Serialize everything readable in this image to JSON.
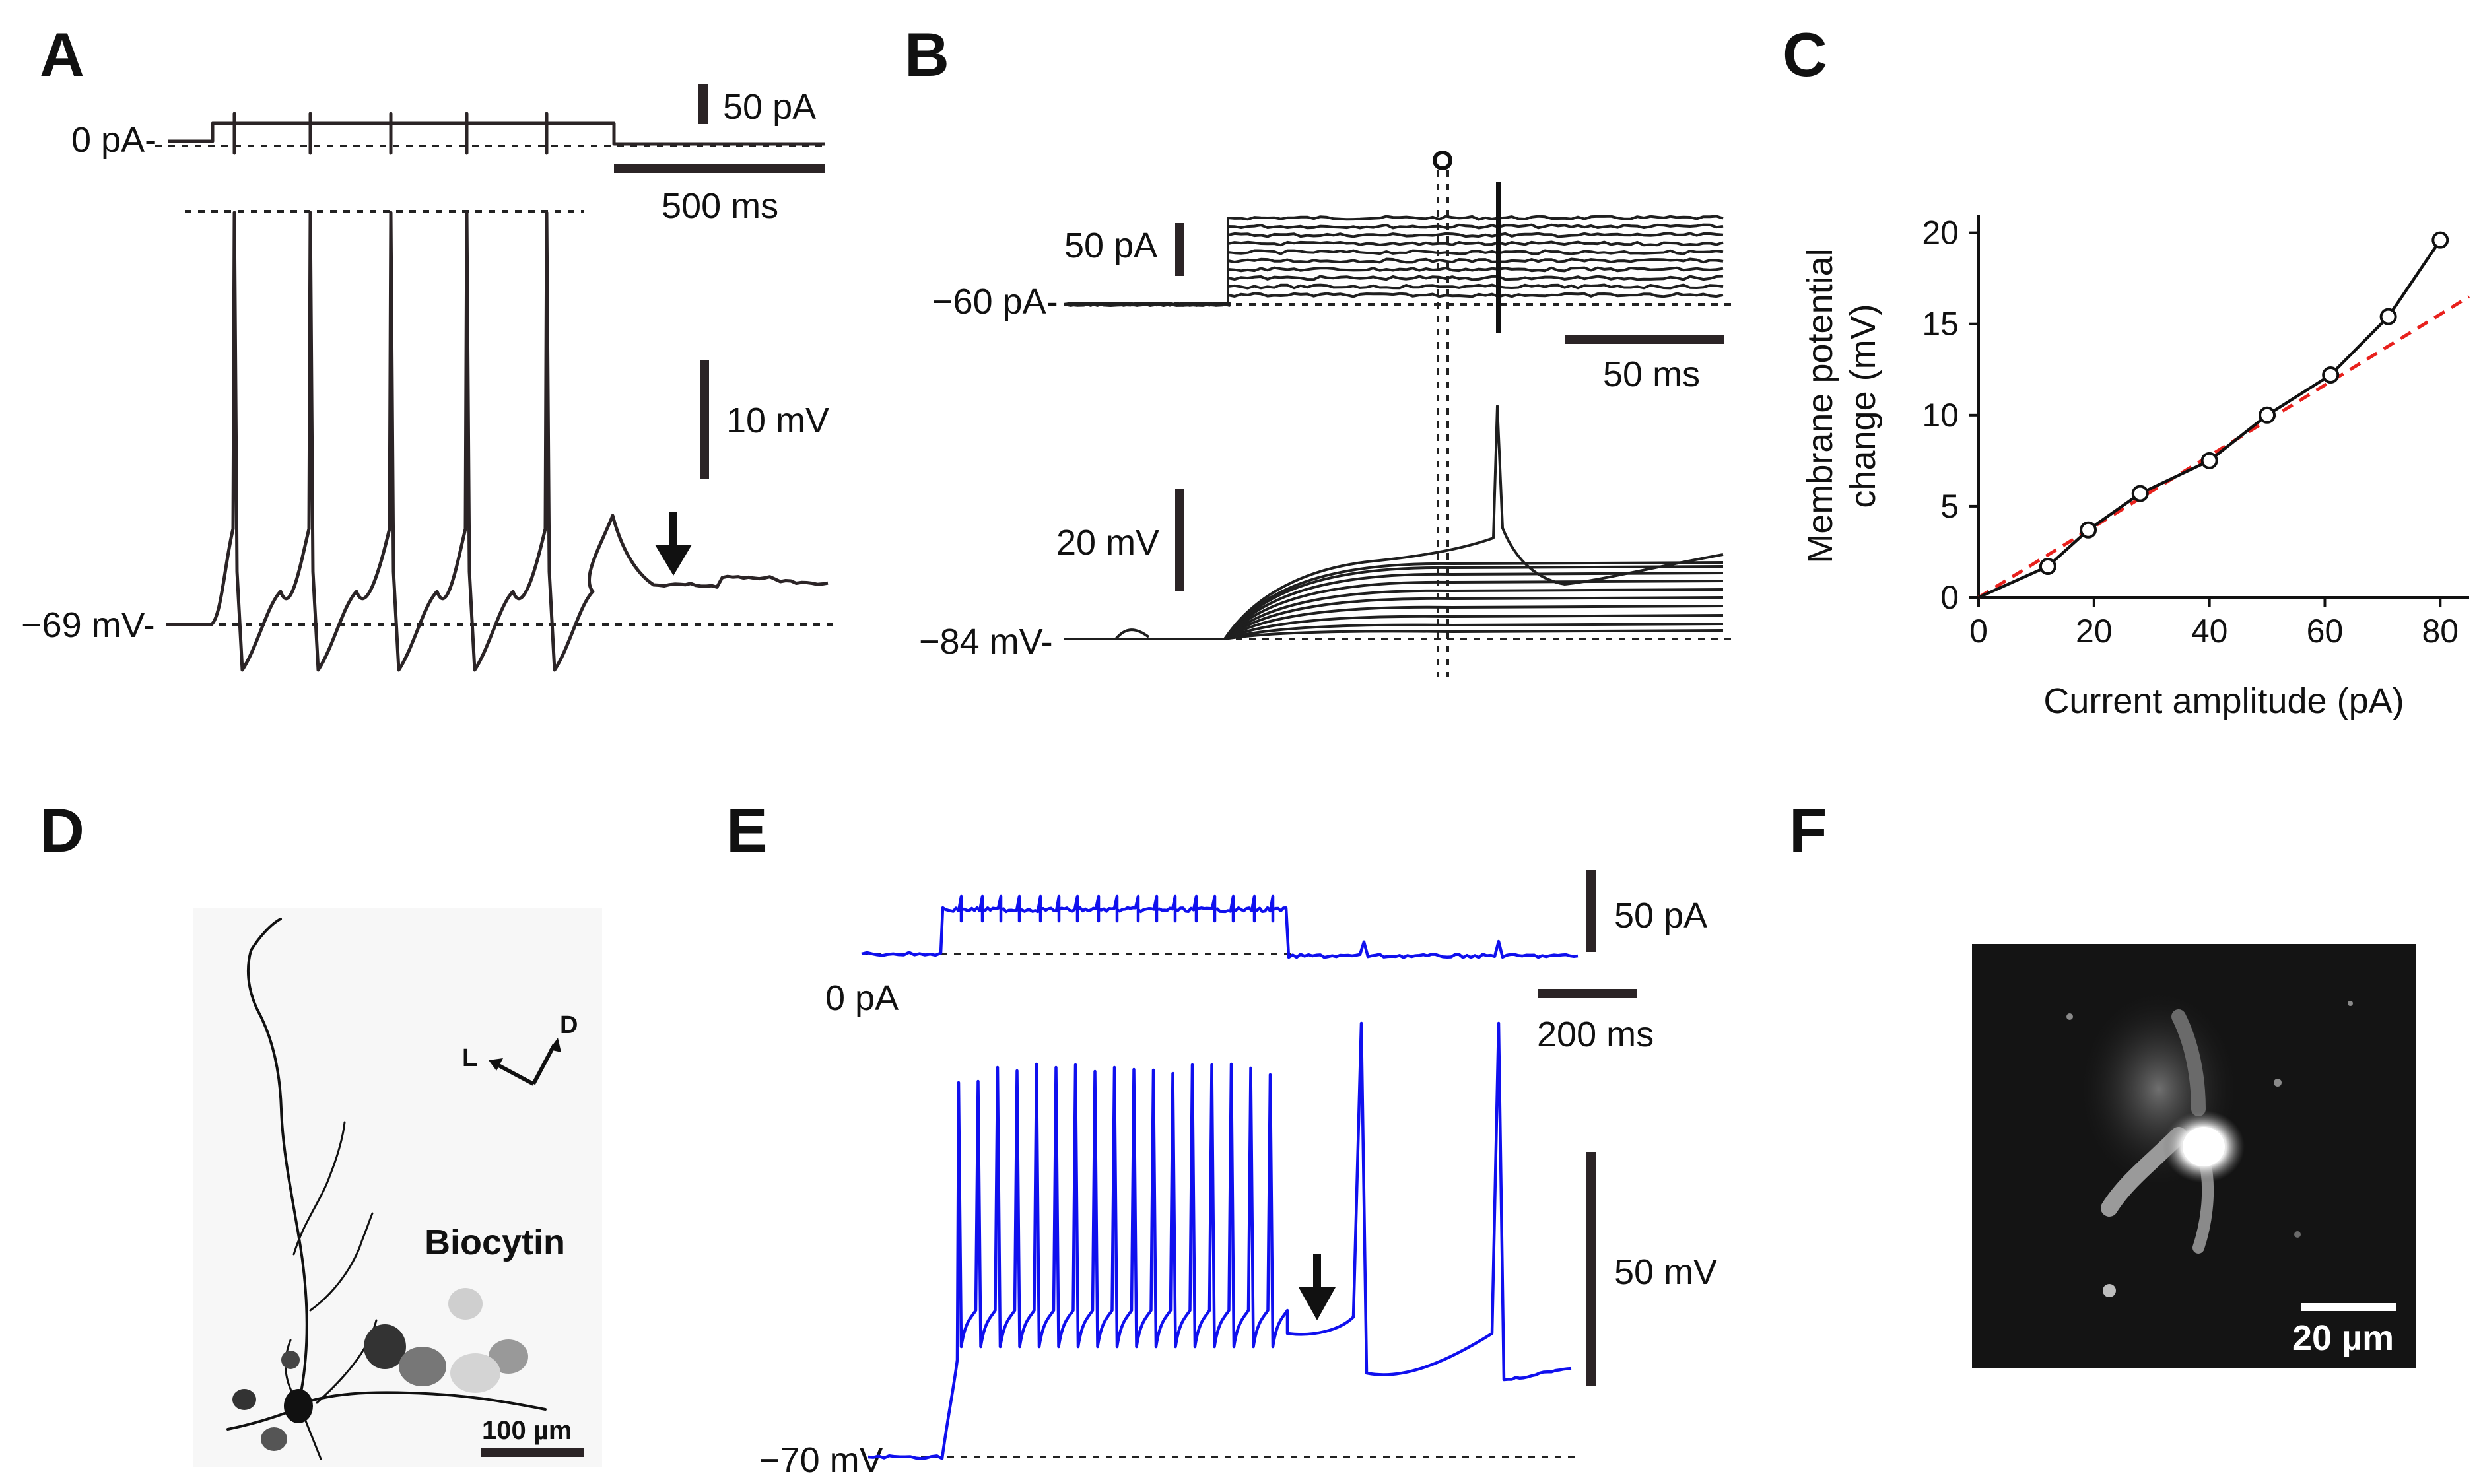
{
  "panels": {
    "A": {
      "label": "A",
      "current_baseline": "0 pA-",
      "voltage_baseline": "−69 mV-",
      "scale_current": "50 pA",
      "scale_time": "500 ms",
      "scale_voltage": "10 mV"
    },
    "B": {
      "label": "B",
      "current_baseline": "−60 pA-",
      "voltage_baseline": "−84 mV-",
      "scale_current": "50 pA",
      "scale_time": "50 ms",
      "scale_voltage": "20 mV"
    },
    "C": {
      "label": "C"
    },
    "D": {
      "label": "D",
      "stain_label": "Biocytin",
      "scale": "100 µm",
      "orientation_l": "L",
      "orientation_d": "D"
    },
    "E": {
      "label": "E",
      "current_baseline": "0 pA",
      "voltage_baseline": "−70 mV",
      "scale_current": "50 pA",
      "scale_time": "200 ms",
      "scale_voltage": "50 mV",
      "trace_color": "#1010ee"
    },
    "F": {
      "label": "F",
      "scale": "20 µm"
    }
  },
  "chart_data": [
    {
      "type": "line",
      "panel": "C",
      "xlabel": "Current amplitude (pA)",
      "ylabel_line1": "Membrane potential",
      "ylabel_line2": "change (mV)",
      "xlim": [
        0,
        85
      ],
      "ylim": [
        0,
        21
      ],
      "xticks": [
        0,
        20,
        40,
        60,
        80
      ],
      "yticks": [
        0,
        5,
        10,
        15,
        20
      ],
      "series": [
        {
          "style": "solid black with open circles",
          "color": "#111111",
          "x": [
            0,
            12,
            19,
            28,
            40,
            50,
            61,
            71,
            80
          ],
          "y": [
            0,
            1.7,
            3.7,
            5.7,
            7.5,
            10.0,
            12.2,
            15.4,
            19.6
          ]
        },
        {
          "style": "dashed linear fit",
          "color": "#e8211d",
          "x": [
            0,
            85
          ],
          "y": [
            0,
            16.5
          ]
        }
      ]
    }
  ]
}
